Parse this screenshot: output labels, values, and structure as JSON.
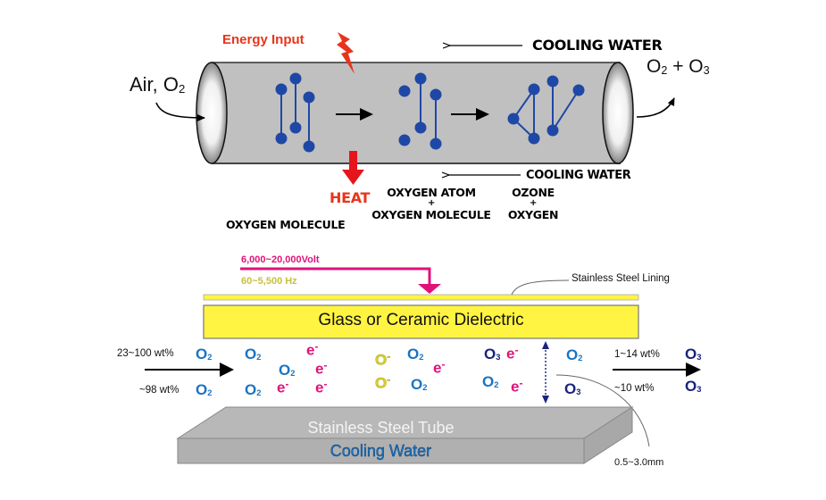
{
  "top_diagram": {
    "energy_input": "Energy Input",
    "inlet_label": "Air, O",
    "inlet_sub": "2",
    "outlet_label_a": "O",
    "outlet_sub_a": "2",
    "outlet_plus": " + ",
    "outlet_label_b": "O",
    "outlet_sub_b": "3",
    "cooling_water_top": "COOLING WATER",
    "cooling_water_bottom": "COOLING WATER",
    "heat": "HEAT",
    "stage_1": "OXYGEN MOLECULE",
    "stage_2_line1": "OXYGEN ATOM",
    "stage_2_plus": "+",
    "stage_2_line2": "OXYGEN MOLECULE",
    "stage_3_line1": "OZONE",
    "stage_3_plus": "+",
    "stage_3_line2": "OXYGEN",
    "colors": {
      "tube": "#c0c0c0",
      "molecule": "#1f48a6",
      "energy": "#e8341c",
      "heat": "#e8141c"
    }
  },
  "bottom_diagram": {
    "voltage": "6,000~20,000Volt",
    "frequency": "60~5,500 Hz",
    "lining_label": "Stainless Steel Lining",
    "dielectric_label": "Glass or Ceramic Dielectric",
    "tube_label": "Stainless Steel Tube",
    "cooling_label": "Cooling Water",
    "gap_label": "0.5~3.0mm",
    "inlet_conc_1": "23~100 wt%",
    "inlet_conc_2": "~98 wt%",
    "outlet_conc_1": "1~14 wt%",
    "outlet_conc_2": "~10 wt%",
    "species": {
      "o2": {
        "base": "O",
        "sub": "2"
      },
      "o3": {
        "base": "O",
        "sub": "3"
      },
      "electron": {
        "base": "e",
        "sup": "-"
      },
      "o_ion": {
        "base": "O",
        "sup": "-"
      }
    },
    "colors": {
      "voltage": "#e0127a",
      "frequency": "#c8c040",
      "dielectric": "#fff442",
      "o2": "#1a73c4",
      "o3": "#1a237e",
      "electron": "#e0127a",
      "o_ion": "#d8d030",
      "steel": "#b8b8b8",
      "cooling": "#1a73c4"
    }
  }
}
